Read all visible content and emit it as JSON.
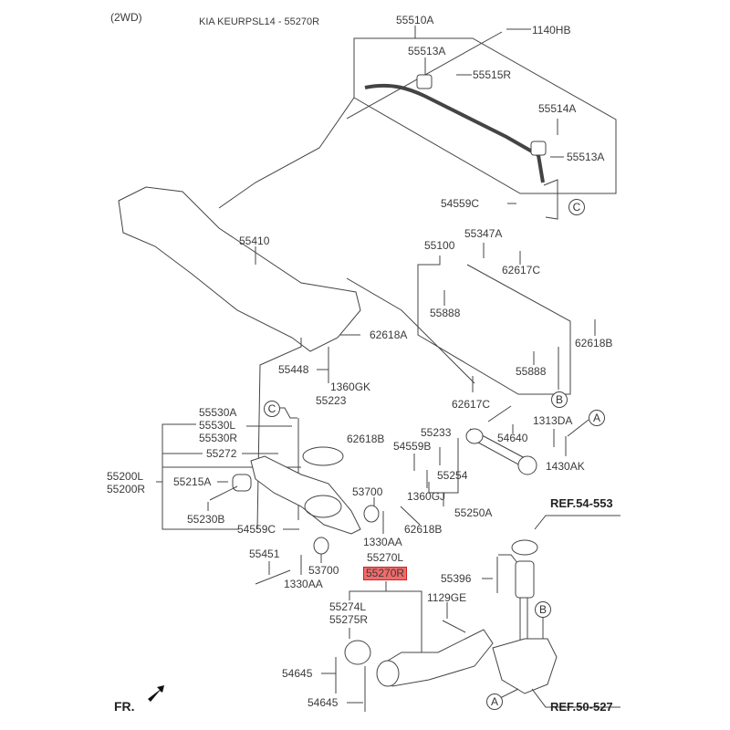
{
  "header": {
    "variant": "(2WD)",
    "title": "KIA KEURPSL14 - 55270R"
  },
  "highlight_color": "#f26b6b",
  "labels": {
    "p55510A": "55510A",
    "p1140HB": "1140HB",
    "p55513A_1": "55513A",
    "p55515R": "55515R",
    "p55514A": "55514A",
    "p55513A_2": "55513A",
    "p54559C_1": "54559C",
    "p55410": "55410",
    "p55347A": "55347A",
    "p55100": "55100",
    "p62617C_1": "62617C",
    "p55888_1": "55888",
    "p62618B_1": "62618B",
    "p62618A": "62618A",
    "p55888_2": "55888",
    "p55448": "55448",
    "p62617C_2": "62617C",
    "p1360GK": "1360GK",
    "p55223": "55223",
    "p55530A": "55530A",
    "p55530L": "55530L",
    "p55530R": "55530R",
    "p62618B_2": "62618B",
    "p55233": "55233",
    "p54640": "54640",
    "p1313DA": "1313DA",
    "p54559B": "54559B",
    "p55272": "55272",
    "p55254": "55254",
    "p1430AK": "1430AK",
    "p55200L": "55200L",
    "p55200R": "55200R",
    "p55215A": "55215A",
    "p53700_1": "53700",
    "p1360GJ": "1360GJ",
    "p55230B": "55230B",
    "p55250A": "55250A",
    "p54559C_2": "54559C",
    "p62618B_3": "62618B",
    "p1330AA_1": "1330AA",
    "p55451": "55451",
    "p55270L": "55270L",
    "p55270R": "55270R",
    "p1330AA_2": "1330AA",
    "p53700_2": "53700",
    "p55396": "55396",
    "p1129GE": "1129GE",
    "p55274L": "55274L",
    "p55275R": "55275R",
    "p54645_1": "54645",
    "p54645_2": "54645",
    "ref1": "REF.54-553",
    "ref2": "REF.50-527",
    "fr": "FR."
  },
  "callouts": {
    "A": "A",
    "B": "B",
    "C": "C"
  }
}
